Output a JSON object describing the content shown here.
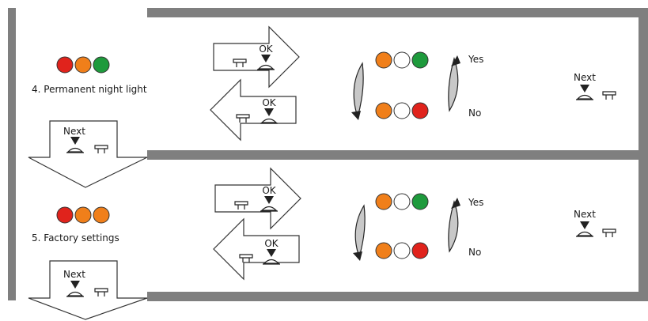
{
  "colors": {
    "frame": "#7f7f7f",
    "orange": "#f07f1a",
    "green": "#1e9a3c",
    "red": "#e0231c",
    "off": "#ffffff",
    "gray_arrow": "#c8c8c8"
  },
  "sections": [
    {
      "title": "4. Permanent night light",
      "indicator": [
        "red",
        "orange",
        "green"
      ],
      "ok_top": "OK",
      "ok_bottom": "OK",
      "option_yes_leds": [
        "orange",
        "off",
        "green"
      ],
      "option_no_leds": [
        "orange",
        "off",
        "red"
      ],
      "yes_label": "Yes",
      "no_label": "No",
      "next_right": "Next",
      "next_down": "Next"
    },
    {
      "title": "5. Factory settings",
      "indicator": [
        "red",
        "orange",
        "orange"
      ],
      "ok_top": "OK",
      "ok_bottom": "OK",
      "option_yes_leds": [
        "orange",
        "off",
        "green"
      ],
      "option_no_leds": [
        "orange",
        "off",
        "red"
      ],
      "yes_label": "Yes",
      "no_label": "No",
      "next_right": "Next",
      "next_down": "Next"
    }
  ]
}
